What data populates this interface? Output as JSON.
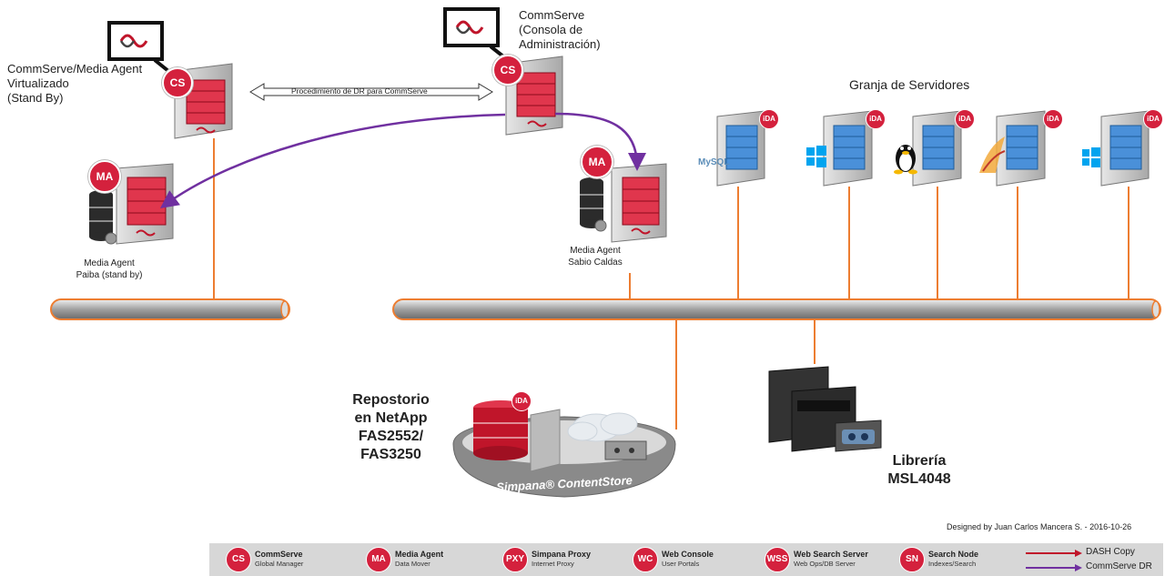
{
  "nodes": {
    "cs_standby": [
      "CommServe/Media Agent",
      "Virtualizado",
      "(Stand By)"
    ],
    "cs_console": [
      "CommServe",
      "(Consola de",
      "Administración)"
    ],
    "farm": "Granja de Servidores",
    "ma_paiba": [
      "Media Agent",
      "Paiba (stand by)"
    ],
    "ma_sabio": [
      "Media Agent",
      "Sabio Caldas"
    ],
    "repo": [
      "Repostorio",
      "en NetApp",
      "FAS2552/",
      "FAS3250"
    ],
    "library": [
      "Librería",
      "MSL4048"
    ],
    "storage_brand": "Simpana® ContentStore",
    "mysql_text": "MySQL"
  },
  "badges": {
    "cs": "CS",
    "ma": "MA",
    "ida": "iDA"
  },
  "dr_procedure": "Procedimiento de DR para CommServe",
  "credit": "Designed by Juan Carlos Mancera S. - 2016-10-26",
  "legend": {
    "items": [
      {
        "badge": "CS",
        "name": "CommServe",
        "desc": "Global Manager"
      },
      {
        "badge": "MA",
        "name": "Media Agent",
        "desc": "Data Mover"
      },
      {
        "badge": "PXY",
        "name": "Simpana Proxy",
        "desc": "Internet Proxy"
      },
      {
        "badge": "WC",
        "name": "Web Console",
        "desc": "User Portals"
      },
      {
        "badge": "WSS",
        "name": "Web Search Server",
        "desc": "Web Ops/DB Server"
      },
      {
        "badge": "SN",
        "name": "Search Node",
        "desc": "Indexes/Search"
      }
    ],
    "lines": [
      {
        "label": "DASH Copy",
        "color": "#c0152a"
      },
      {
        "label": "CommServe DR",
        "color": "#7030a0"
      }
    ]
  },
  "colors": {
    "accent": "#d4213d",
    "network": "#ed7d31",
    "dr_arrow": "#7030a0",
    "dash": "#c0152a",
    "server_blue": "#4a90d9"
  }
}
